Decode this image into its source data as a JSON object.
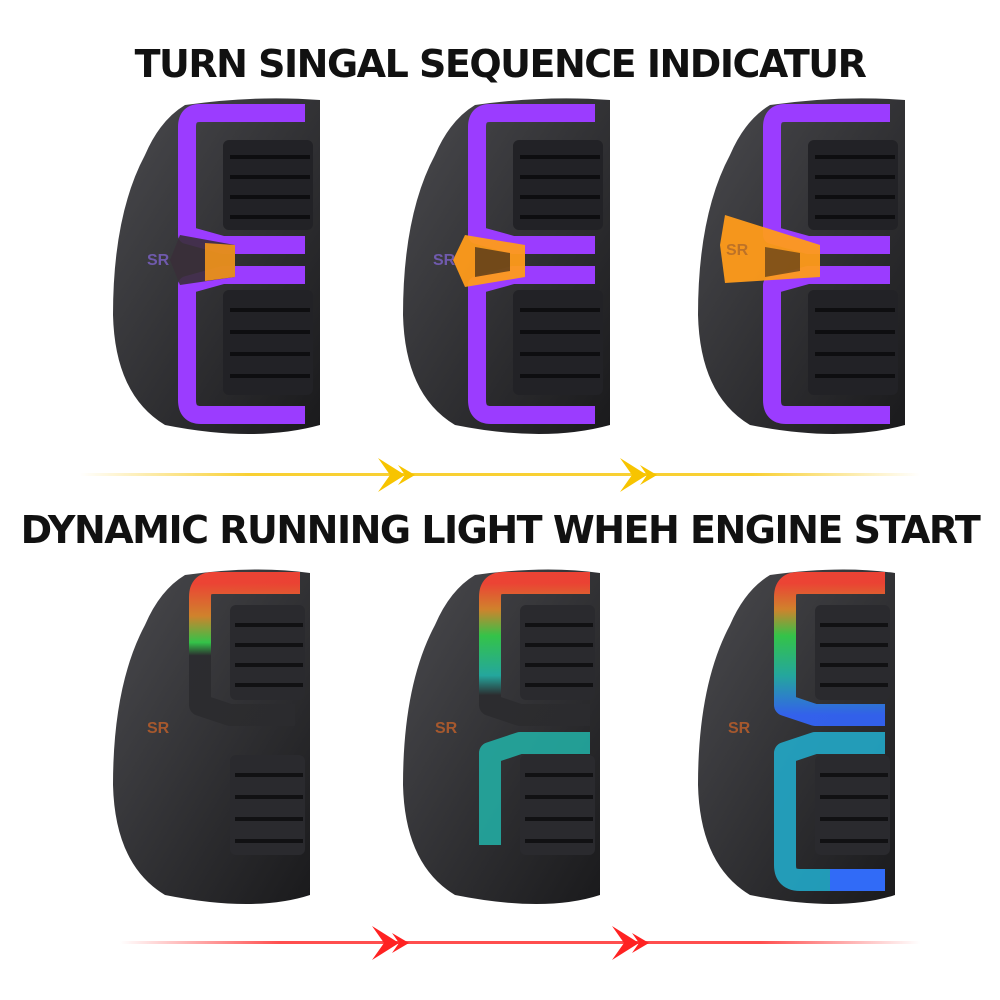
{
  "headings": {
    "top": "TURN SINGAL SEQUENCE INDICATUR",
    "bottom": "DYNAMIC RUNNING LIGHT WHEH ENGINE START"
  },
  "colors": {
    "purple": "#9b3cff",
    "amber": "#ff9b1a",
    "housing": "#2b2b2e",
    "arrow_yellow": "#f7c400",
    "arrow_red": "#ff2222"
  },
  "lamp_badge": "SR",
  "rows": {
    "turn_signal": [
      {
        "amber_stage": 1
      },
      {
        "amber_stage": 2
      },
      {
        "amber_stage": 3
      }
    ],
    "running_light": [
      {
        "gradient_stage": 1
      },
      {
        "gradient_stage": 2
      },
      {
        "gradient_stage": 3
      }
    ]
  }
}
